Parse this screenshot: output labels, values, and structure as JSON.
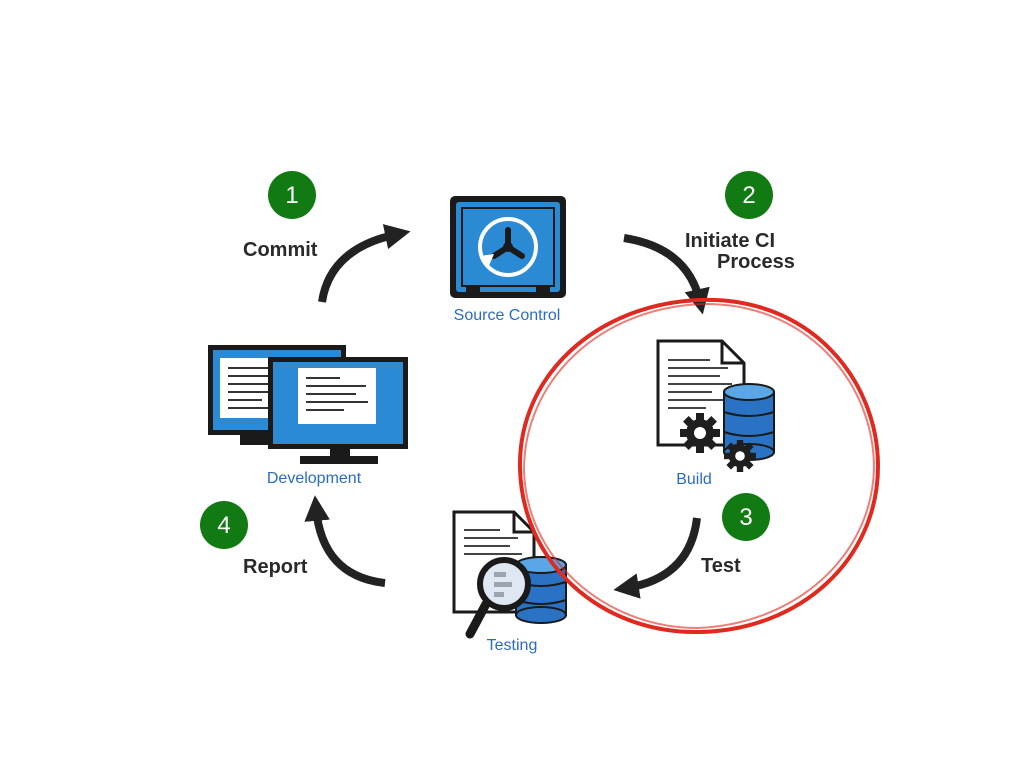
{
  "steps": [
    {
      "number": "1",
      "label": "Commit"
    },
    {
      "number": "2",
      "label_line1": "Initiate CI",
      "label_line2": "Process"
    },
    {
      "number": "3",
      "label": "Test"
    },
    {
      "number": "4",
      "label": "Report"
    }
  ],
  "nodes": {
    "source_control": {
      "label": "Source Control",
      "icon": "vault-icon"
    },
    "build": {
      "label": "Build",
      "icon": "build-gears-database-icon"
    },
    "testing": {
      "label": "Testing",
      "icon": "magnifier-database-icon"
    },
    "development": {
      "label": "Development",
      "icon": "dual-monitor-icon"
    }
  },
  "annotation": {
    "shape": "hand-drawn circle",
    "color": "#e02a1f",
    "highlights": [
      "Build",
      "3",
      "Test"
    ]
  },
  "colors": {
    "badge": "#127a12",
    "icon_blue": "#2a8ad4",
    "arrow": "#222222",
    "label_blue": "#2a6bc4"
  }
}
